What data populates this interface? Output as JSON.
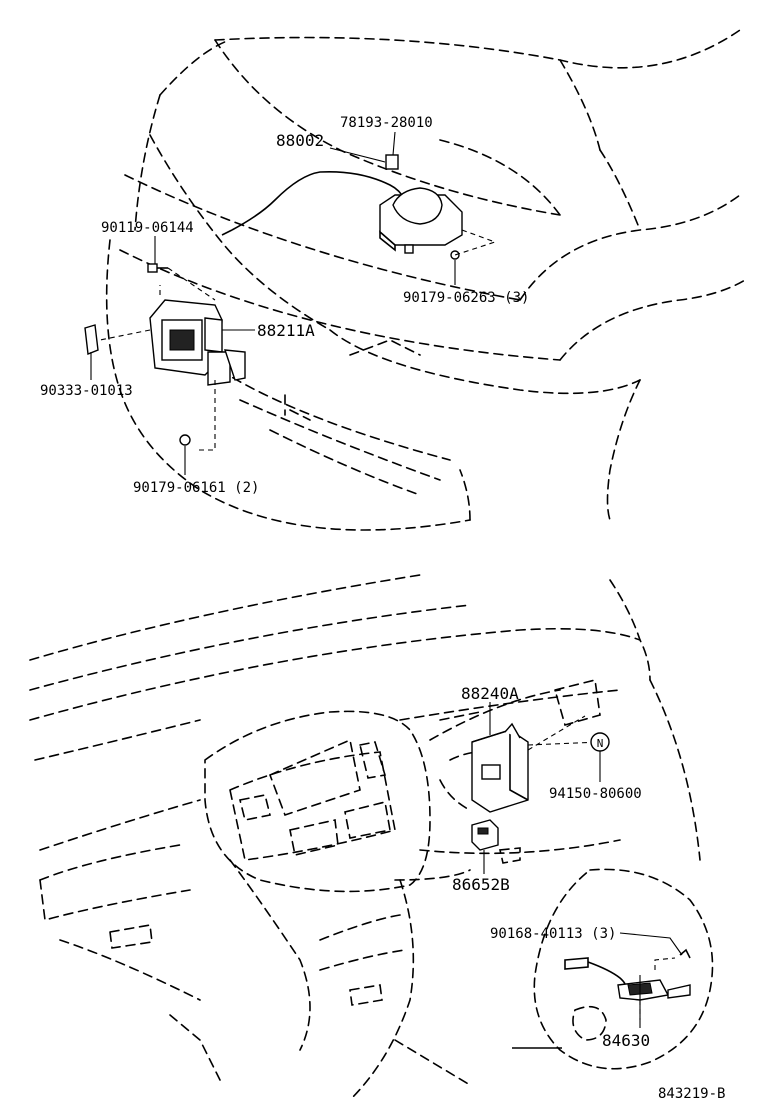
{
  "parts": {
    "p78193": "78193-28010",
    "p88002": "88002",
    "p90119": "90119-06144",
    "p90179a": "90179-06263 (3)",
    "p88211": "88211A",
    "p90333": "90333-01013",
    "p90179b": "90179-06161 (2)",
    "p88240": "88240A",
    "pN": "N",
    "p94150": "94150-80600",
    "p86652": "86652B",
    "p90168": "90168-40113 (3)",
    "p84630": "84630"
  },
  "footer": {
    "code": "843219-B"
  }
}
